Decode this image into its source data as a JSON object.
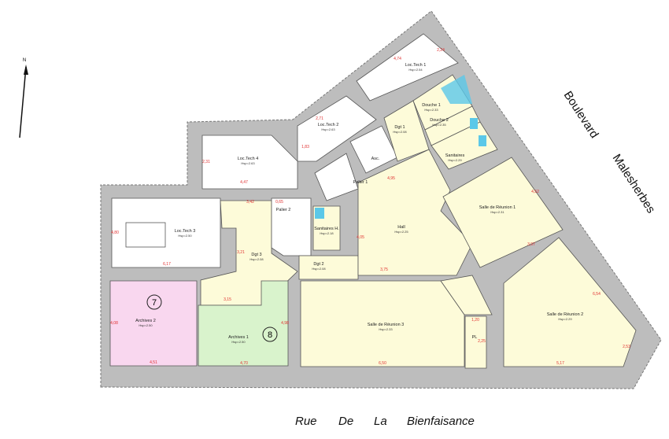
{
  "north_label": "N",
  "streets": {
    "bottom": [
      "Rue",
      "De",
      "La",
      "Bienfaisance"
    ],
    "right": [
      "Boulevard",
      "Malesherbes"
    ]
  },
  "colors": {
    "wall": "#bdbdbd",
    "circulation": "#fdfbd9",
    "archives_2": "#f9d7ef",
    "archives_1": "#d9f3cc",
    "sanitary": "#5bc8e8",
    "dimension": "#e03030"
  },
  "rooms": [
    {
      "name": "Loc.Tech 1",
      "height": "Hsp=2.54"
    },
    {
      "name": "Loc.Tech 2",
      "height": "Hsp=2.63"
    },
    {
      "name": "Loc.Tech 4",
      "height": "Hsp=2.63"
    },
    {
      "name": "Loc.Tech 3",
      "height": "Hsp=2.50"
    },
    {
      "name": "Douche 1",
      "height": "Hsp=2.33"
    },
    {
      "name": "Douche 2",
      "height": "Hsp=2.35"
    },
    {
      "name": "Sanitaires",
      "height": "Hsp=2.29"
    },
    {
      "name": "Dgt 1",
      "height": "Hsp=2.08"
    },
    {
      "name": "Asc.",
      "height": ""
    },
    {
      "name": "Palier 1",
      "height": ""
    },
    {
      "name": "Palier 2",
      "height": ""
    },
    {
      "name": "Sanitaires H.",
      "height": "Hsp=2.18"
    },
    {
      "name": "Dgt 3",
      "height": "Hsp=2.08"
    },
    {
      "name": "Dgt 2",
      "height": "Hsp=2.08"
    },
    {
      "name": "Hall",
      "height": "Hsp=2.25"
    },
    {
      "name": "Salle de Réunion 1",
      "height": "Hsp=2.31"
    },
    {
      "name": "Salle de Réunion 2",
      "height": "Hsp=2.29"
    },
    {
      "name": "Salle de Réunion 3",
      "height": "Hsp=2.33"
    },
    {
      "name": "Archives 2",
      "height": "Hsp=2.50"
    },
    {
      "name": "Archives 1",
      "height": "Hsp=2.50"
    },
    {
      "name": "PL",
      "height": ""
    }
  ],
  "markers": [
    "7",
    "8"
  ],
  "dimensions": [
    "4,74",
    "2,24",
    "2,71",
    "1,83",
    "4,47",
    "2,31",
    "4,80",
    "6,17",
    "4,51",
    "4,70",
    "6,50",
    "5,17",
    "4,08",
    "4,98",
    "3,75",
    "4,05",
    "4,52",
    "3,97",
    "6,54",
    "2,53",
    "1,20",
    "2,25",
    "3,15",
    "3,21",
    "3,42",
    "0,65",
    "4,95"
  ]
}
